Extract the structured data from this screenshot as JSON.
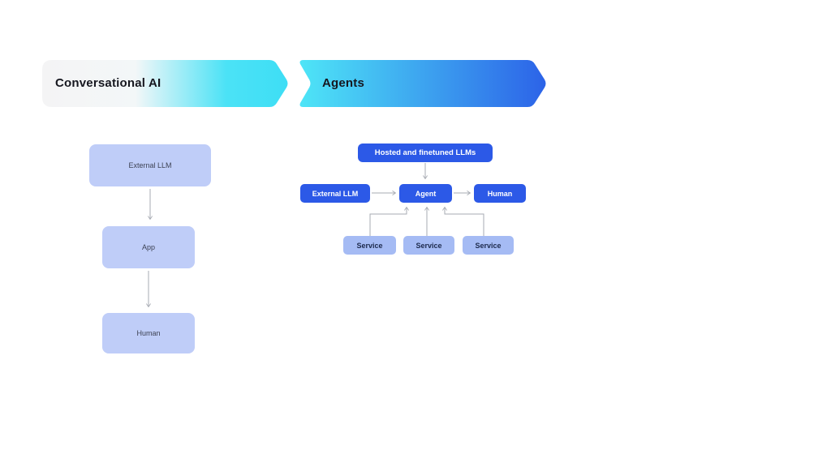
{
  "banners": [
    {
      "label": "Conversational AI"
    },
    {
      "label": "Agents"
    }
  ],
  "conversational_flow": {
    "nodes": [
      {
        "label": "External LLM"
      },
      {
        "label": "App"
      },
      {
        "label": "Human"
      }
    ]
  },
  "agents_flow": {
    "hosted_node": {
      "label": "Hosted and finetuned LLMs"
    },
    "external_llm_node": {
      "label": "External LLM"
    },
    "agent_node": {
      "label": "Agent"
    },
    "human_node": {
      "label": "Human"
    },
    "service_nodes": [
      {
        "label": "Service"
      },
      {
        "label": "Service"
      },
      {
        "label": "Service"
      }
    ]
  },
  "colors": {
    "banner1-start": "#F4F4F5",
    "banner1-mid": "#F3F7F8",
    "banner1-cyan": "#4BE2F6",
    "banner1-end": "#3EDEF5",
    "banner2-start": "#4EE5F7",
    "banner2-end": "#2C63E8",
    "dark-blue": "#2C59E7",
    "light-blue": "#BFCDF8",
    "mid-blue": "#A5BBF4",
    "connector-gray": "#A7ABB3",
    "title-color": "#16171F",
    "light-node-text": "#3D4254",
    "service-text": "#1D2A4D"
  }
}
